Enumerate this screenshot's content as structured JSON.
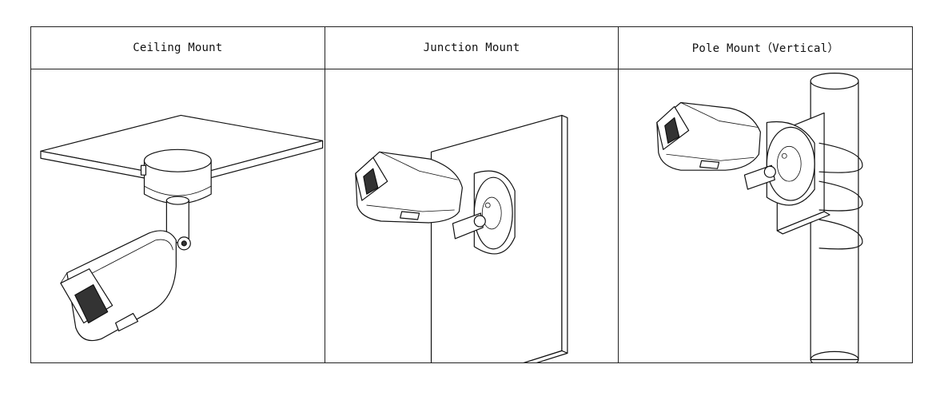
{
  "table": {
    "columns": [
      {
        "label": "Ceiling Mount",
        "icon": "ceiling-mount-illustration"
      },
      {
        "label": "Junction Mount",
        "icon": "junction-mount-illustration"
      },
      {
        "label": "Pole Mount（Vertical）",
        "icon": "pole-mount-illustration"
      }
    ]
  }
}
